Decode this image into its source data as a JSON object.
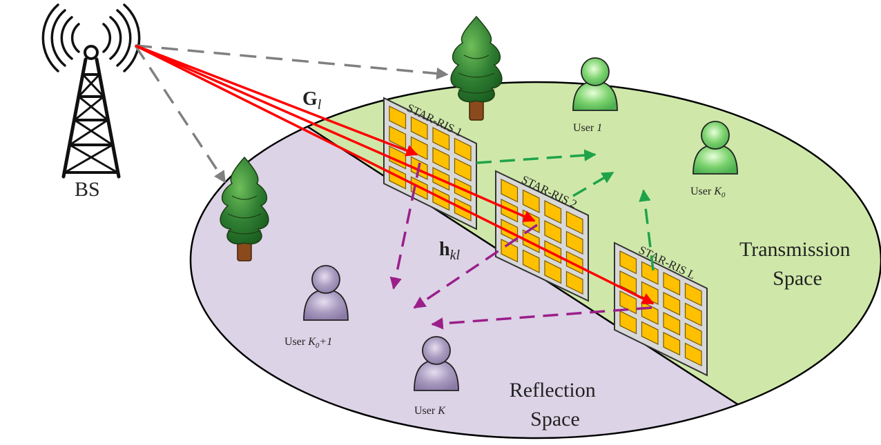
{
  "base_station": {
    "label": "BS"
  },
  "ris": [
    {
      "label": "STAR-RIS 1"
    },
    {
      "label": "STAR-RIS 2"
    },
    {
      "label": "STAR-RIS L"
    }
  ],
  "users": {
    "user_1": {
      "prefix": "User ",
      "sub": "1",
      "suffix": ""
    },
    "user_k0": {
      "prefix": "User ",
      "sub": "K",
      "sub2": "0"
    },
    "user_k0_plus_1": {
      "prefix": "User ",
      "sub": "K",
      "sub2": "0",
      "suffix": "+1"
    },
    "user_k": {
      "prefix": "User ",
      "sub": "K"
    }
  },
  "channels": {
    "g": {
      "main": "G",
      "sub": "l"
    },
    "h": {
      "main": "h",
      "sub": "kl"
    }
  },
  "spaces": {
    "transmission": {
      "line1": "Transmission",
      "line2": "Space"
    },
    "reflection": {
      "line1": "Reflection",
      "line2": "Space"
    }
  },
  "colors": {
    "transmission_region": "#cfe8a9",
    "reflection_region": "#dcd3e6",
    "direct_link": "#ff0000",
    "blocked_link": "#808080",
    "transmitted_signal": "#1fa34a",
    "reflected_signal": "#9b1f8a",
    "ris_element": "#ffc000",
    "tree_foliage": "#2e7d32",
    "user_transmission": "#7dd36f",
    "user_reflection": "#a89bbf"
  }
}
